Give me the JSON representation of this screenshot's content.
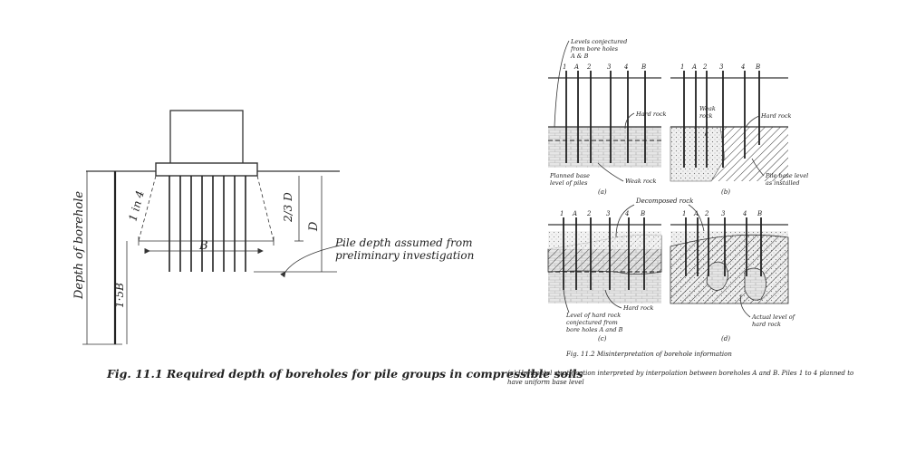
{
  "fig1": {
    "labels": {
      "depth_of_borehole": "Depth of borehole",
      "slope": "1 in 4",
      "two_thirds_d": "2/3 D",
      "d": "D",
      "b": "B",
      "one_point_five_b": "1·5B",
      "pile_depth_line1": "Pile depth assumed from",
      "pile_depth_line2": "preliminary investigation"
    },
    "caption": "Fig. 11.1 Required depth of boreholes for pile groups in compressible soils"
  },
  "fig2": {
    "boreholes": [
      "1",
      "A",
      "2",
      "3",
      "4",
      "B"
    ],
    "annotations": {
      "levels_conjectured_1": "Levels conjectured",
      "levels_conjectured_2": "from bore holes",
      "levels_conjectured_3": "A & B",
      "hard_rock": "Hard rock",
      "weak_rock_1": "Weak",
      "weak_rock_2": "rock",
      "planned_base_1": "Planned base",
      "planned_base_2": "level of piles",
      "weak_rock": "Weak rock",
      "pile_base_1": "Pile base level",
      "pile_base_2": "as installed",
      "decomposed_rock": "Decomposed rock",
      "level_hard_rock_1": "Level of hard rock",
      "level_hard_rock_2": "conjectured from",
      "level_hard_rock_3": "bore holes A and B",
      "hard_rock_c": "Hard rock",
      "actual_level_1": "Actual level of",
      "actual_level_2": "hard rock"
    },
    "panel_labels": [
      "(a)",
      "(b)",
      "(c)",
      "(d)"
    ],
    "caption": "Fig. 11.2 Misinterpretation of borehole information",
    "note_line1": "(a) Horizontal stratification interpreted by interpolation between boreholes A and B. Piles 1 to 4 planned to",
    "note_line2": "have uniform base level"
  }
}
